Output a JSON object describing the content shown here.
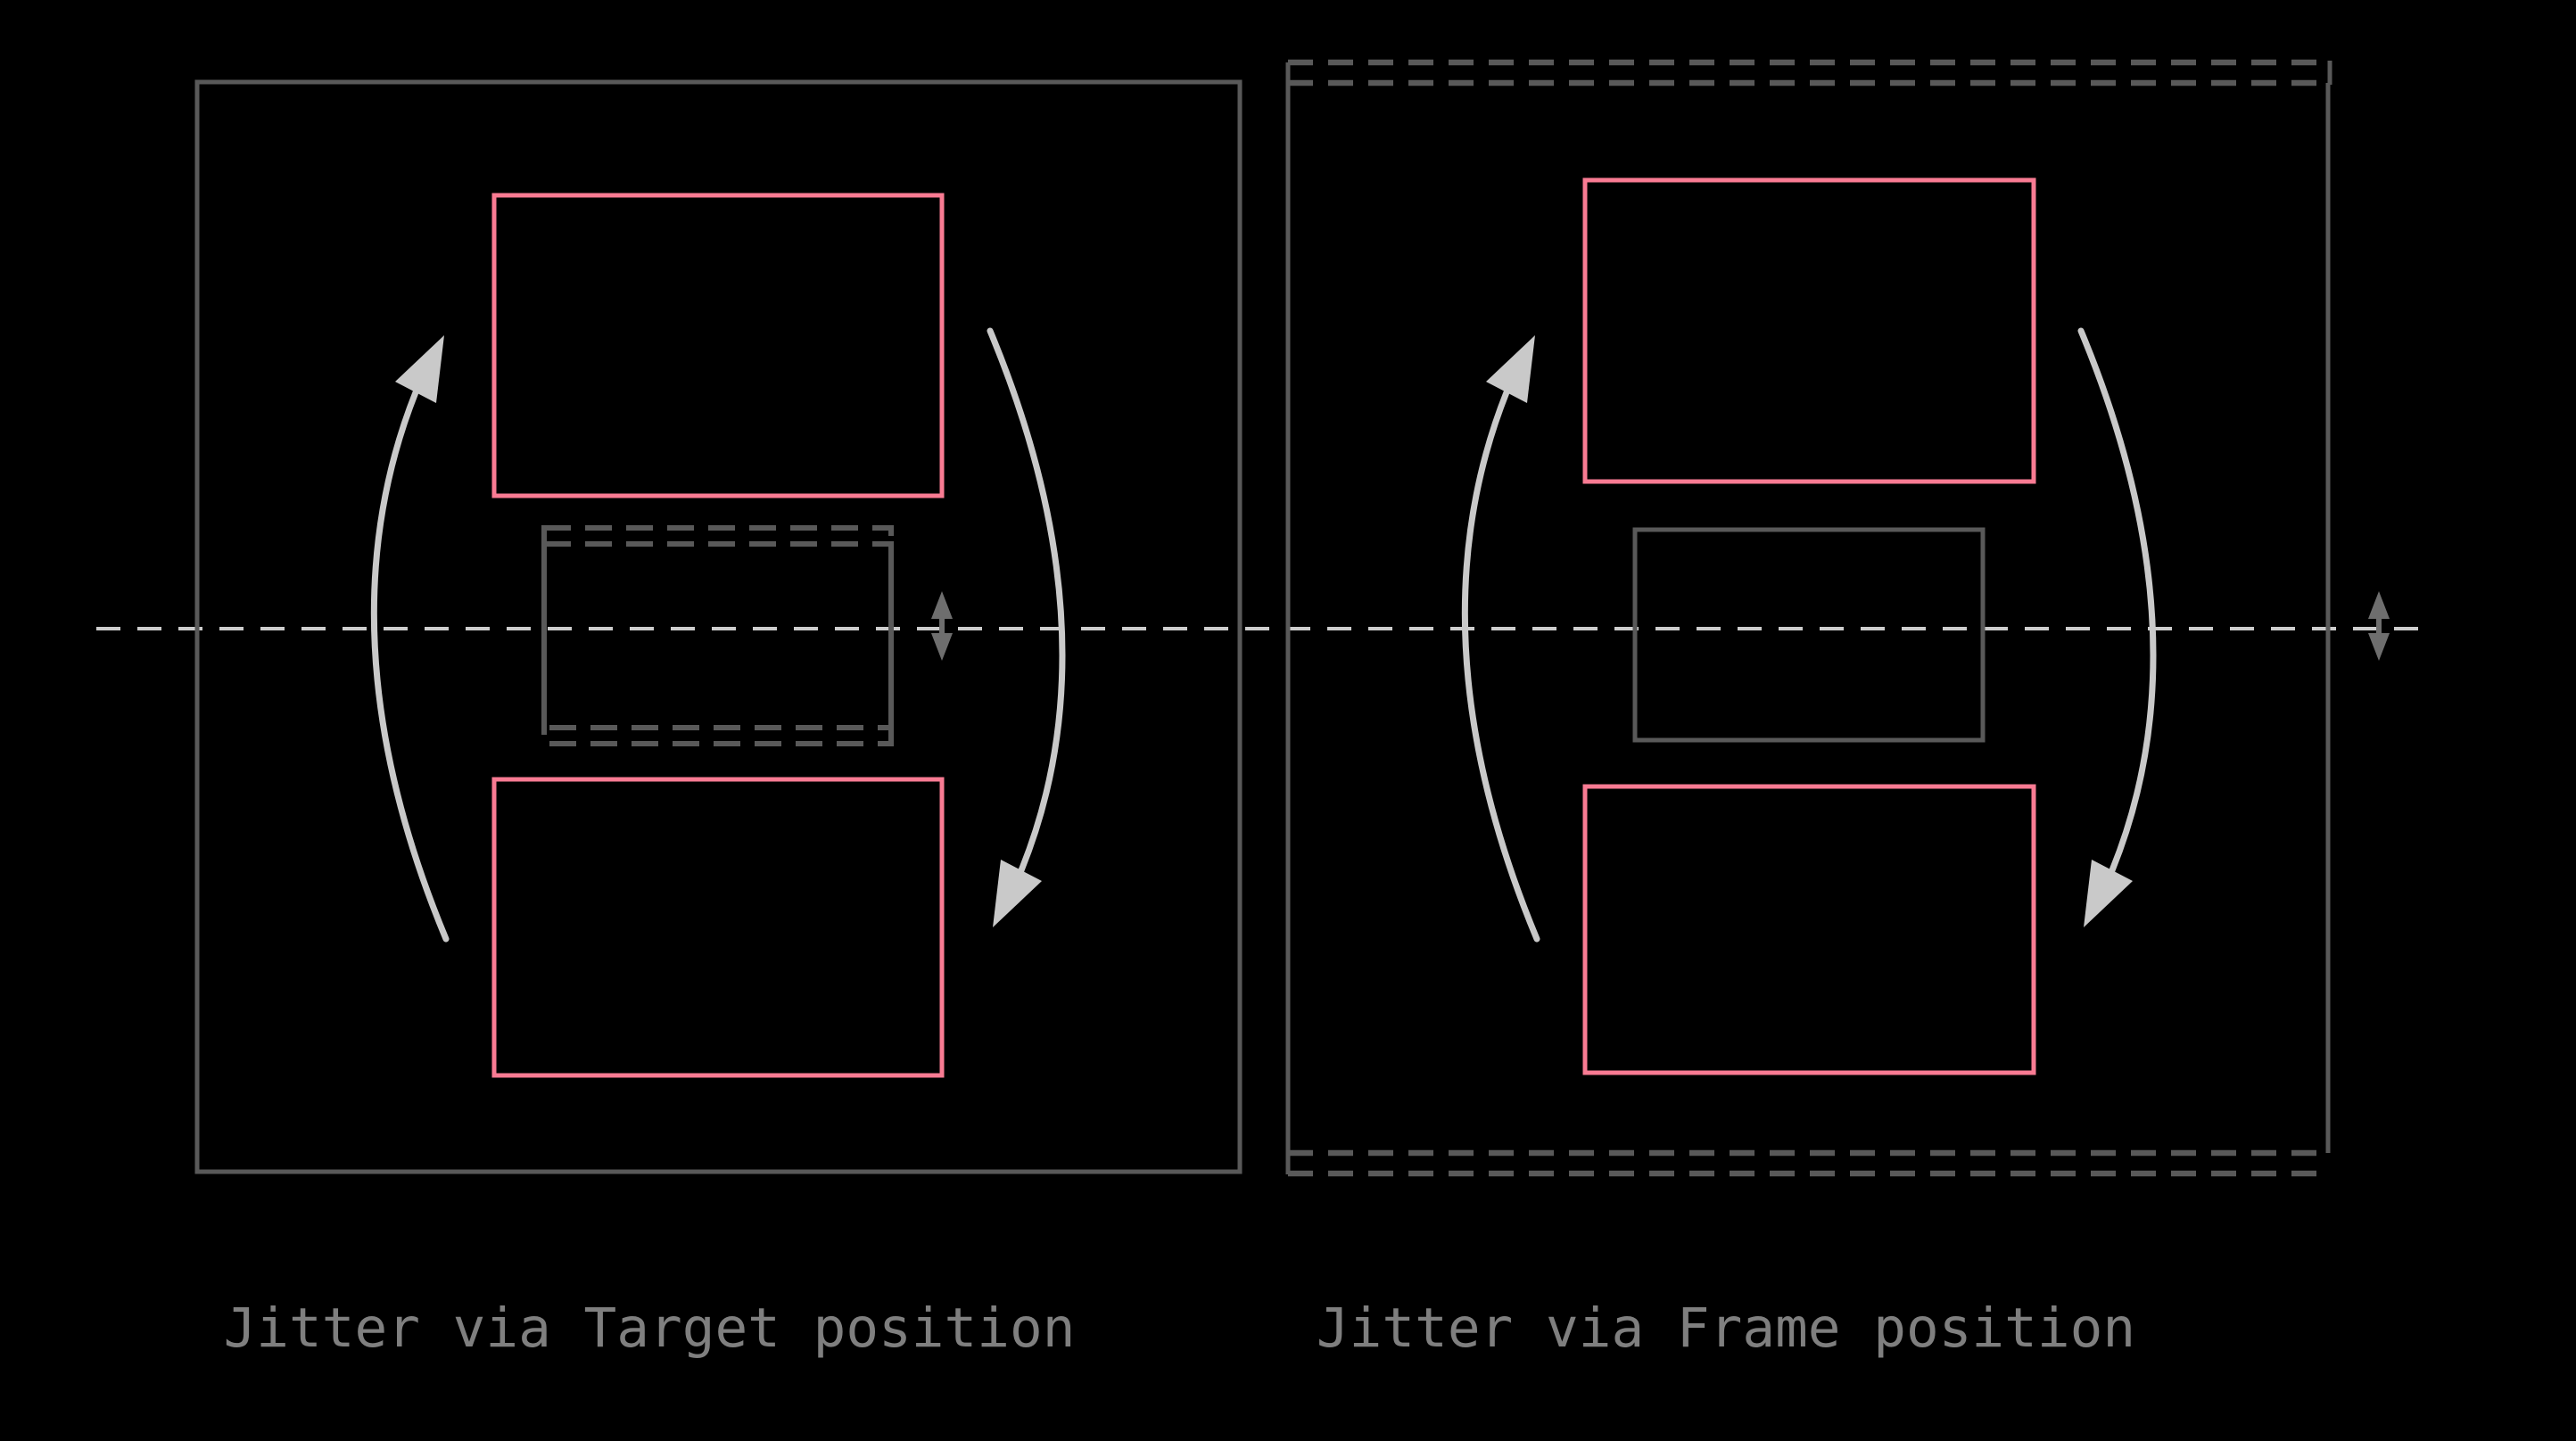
{
  "captions": {
    "left": "Jitter via Target position",
    "right": "Jitter via Frame position"
  },
  "colors": {
    "background": "#000000",
    "frame-gray": "#595959",
    "pink": "#f97b93",
    "arc-gray": "#c9c9c9",
    "centerline-gray": "#cdcdcd",
    "offset-arrow-gray": "#6e6e6e",
    "caption-gray": "#7f7f7f"
  },
  "icons": {
    "cycle-arrow-up": "curved arrow arcing upward (counter-clockwise swap)",
    "cycle-arrow-down": "curved arrow arcing downward (clockwise swap)",
    "jitter-offset-arrow": "small vertical double-headed arrow marking jitter offset"
  }
}
